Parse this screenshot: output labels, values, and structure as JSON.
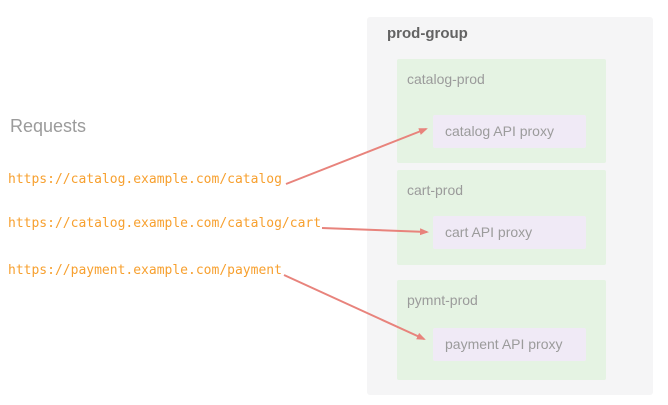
{
  "requests": {
    "title": "Requests",
    "urls": [
      {
        "text": "https://catalog.example.com/catalog"
      },
      {
        "text": "https://catalog.example.com/catalog/cart"
      },
      {
        "text": "https://payment.example.com/payment"
      }
    ]
  },
  "group": {
    "title": "prod-group",
    "environments": [
      {
        "name": "catalog-prod",
        "proxy_label": "catalog API proxy"
      },
      {
        "name": "cart-prod",
        "proxy_label": "cart API proxy"
      },
      {
        "name": "pymnt-prod",
        "proxy_label": "payment API proxy"
      }
    ]
  },
  "colors": {
    "page_bg": "#ffffff",
    "url_text": "#f7a02f",
    "muted_text": "#9b9b9b",
    "group_title_text": "#636363",
    "group_bg": "#f5f5f6",
    "environment_bg": "#e5f3e3",
    "proxy_bg": "#f0eaf6",
    "arrow": "#e8837c"
  }
}
